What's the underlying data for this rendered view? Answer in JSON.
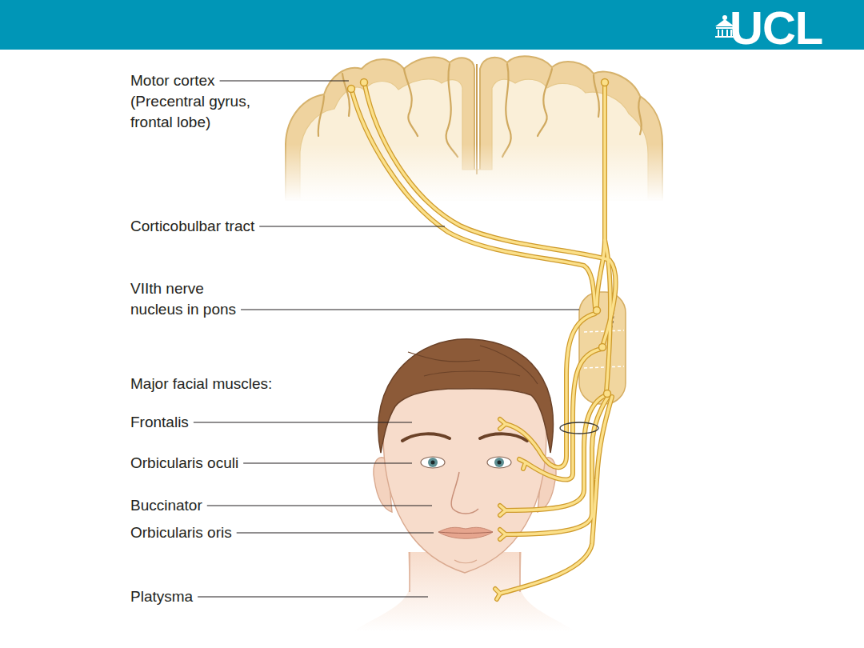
{
  "diagram": {
    "labels": [
      "UCL",
      "Motor cortex (Precentral gyrus, frontal lobe)",
      "Corticobulbar tract",
      "VIIth nerve nucleus in pons",
      "Major facial muscles:",
      "Frontalis",
      "Orbicularis oculi",
      "Buccinator",
      "Orbicularis oris",
      "Platysma"
    ]
  }
}
